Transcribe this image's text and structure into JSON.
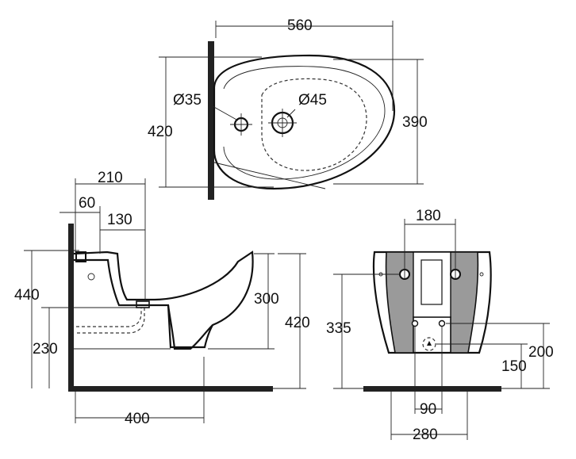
{
  "colors": {
    "line": "#111111",
    "wall": "#222222",
    "rear_panel": "#9a9a9a",
    "background": "#ffffff"
  },
  "top_view": {
    "width": "560",
    "depth_total": "420",
    "depth_body": "390",
    "tap_hole": "Ø35",
    "drain_hole": "Ø45"
  },
  "side_view": {
    "projection": "210",
    "offset_small": "60",
    "offset_mid": "130",
    "height_total": "440",
    "fixing_height": "230",
    "bowl_height": "300",
    "rim_height": "420",
    "bracket_distance": "400"
  },
  "rear_view": {
    "bolt_spacing_top": "180",
    "fixing_height": "335",
    "supply_spacing": "90",
    "base_width": "280",
    "supply_height": "200",
    "drain_height": "150"
  }
}
